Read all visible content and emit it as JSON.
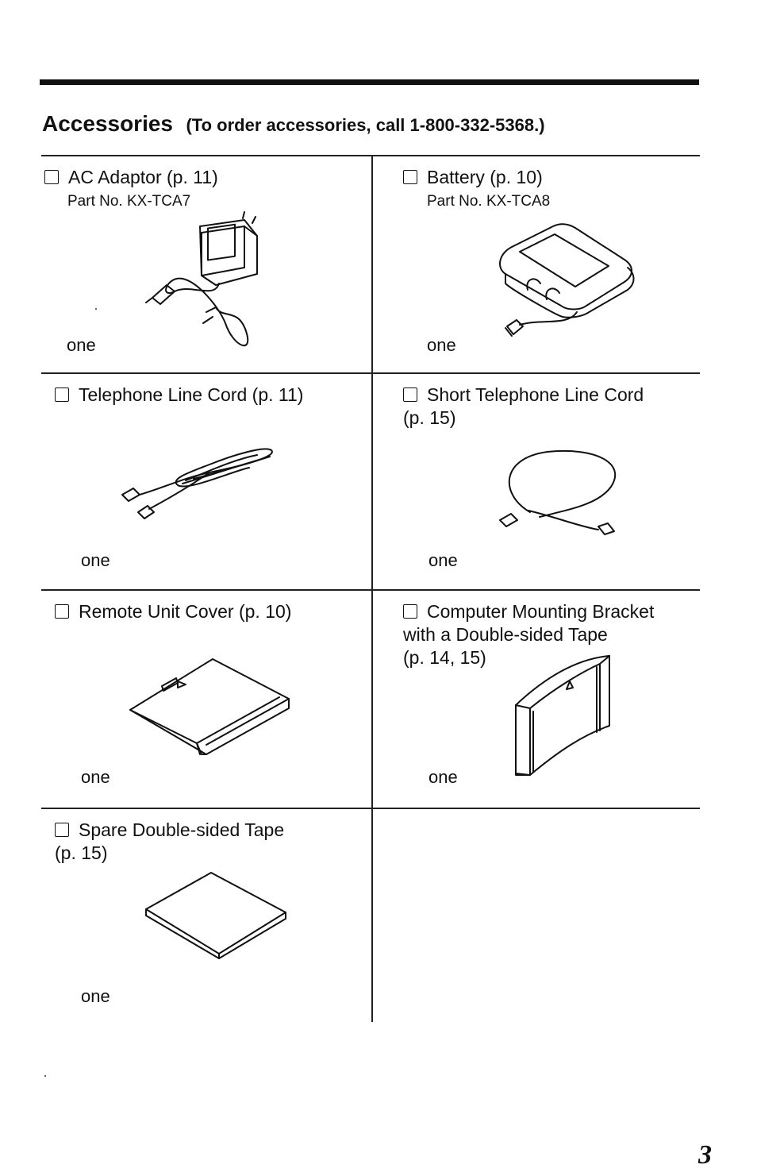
{
  "header": {
    "title": "Accessories",
    "order_note": "(To order accessories, call 1-800-332-5368.)"
  },
  "items": [
    {
      "name": "AC Adaptor (p. 11)",
      "part_no": "Part No. KX-TCA7",
      "qty": "one",
      "icon": "ac-adaptor-icon"
    },
    {
      "name": "Battery (p. 10)",
      "part_no": "Part No. KX-TCA8",
      "qty": "one",
      "icon": "battery-icon"
    },
    {
      "name": "Telephone Line Cord (p. 11)",
      "qty": "one",
      "icon": "line-cord-icon"
    },
    {
      "name": "Short Telephone Line Cord\n(p. 15)",
      "qty": "one",
      "icon": "short-line-cord-icon"
    },
    {
      "name": "Remote Unit Cover (p. 10)",
      "qty": "one",
      "icon": "remote-unit-cover-icon"
    },
    {
      "name": "Computer Mounting Bracket\nwith a Double-sided Tape\n(p. 14, 15)",
      "qty": "one",
      "icon": "mounting-bracket-icon"
    },
    {
      "name": "Spare Double-sided Tape\n(p. 15)",
      "qty": "one",
      "icon": "double-sided-tape-icon"
    }
  ],
  "page_number": "3"
}
